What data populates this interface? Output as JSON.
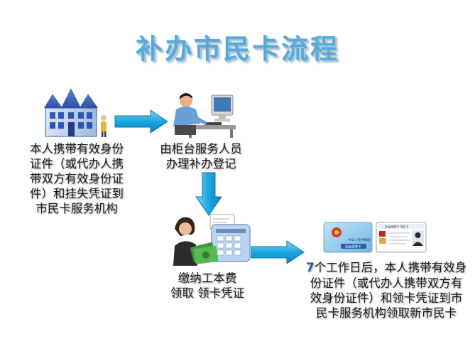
{
  "title": "补办市民卡流程",
  "steps": [
    {
      "lines": [
        "本人携带有效身份",
        "证件（或代办人携",
        "带双方有效身份证",
        "件）和挂失凭证到",
        "市民卡服务机构"
      ]
    },
    {
      "lines": [
        "由柜台服务人员",
        "办理补办登记"
      ]
    },
    {
      "lines": [
        "缴纳工本费",
        "领取 领卡凭证"
      ]
    },
    {
      "accent": "7",
      "lines": [
        "个工作日后，本人携带有效身",
        "份证件（或代办人携带双方有",
        "效身份证件）和领卡凭证到市",
        "民卡服务机构领取新市民卡"
      ]
    }
  ],
  "card_images": {
    "front_text": "中华人民共和国",
    "front_sub": "社会保障卡",
    "back_header": "社会保障卡·市民卡"
  },
  "colors": {
    "arrow": "#1aa6df",
    "title": "#5aa9d6",
    "accent": "#1f5fa8"
  },
  "icons": [
    "building-icon",
    "office-worker-icon",
    "payment-receipt-icon",
    "citizen-card-icon"
  ]
}
